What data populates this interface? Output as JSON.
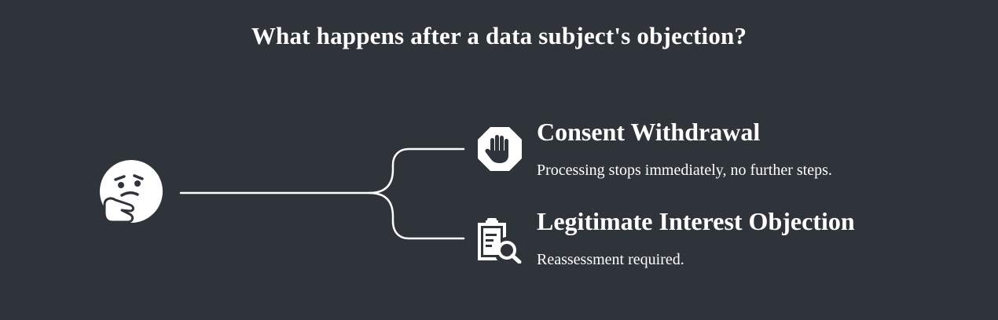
{
  "title": "What happens after a data subject's objection?",
  "root": {
    "icon": "thinking-face-icon"
  },
  "branches": [
    {
      "title": "Consent Withdrawal",
      "description": "Processing stops immediately, no further steps.",
      "icon": "stop-hand-icon"
    },
    {
      "title": "Legitimate Interest Objection",
      "description": "Reassessment required.",
      "icon": "clipboard-search-icon"
    }
  ],
  "colors": {
    "background": "#2f333a",
    "foreground": "#ffffff"
  }
}
